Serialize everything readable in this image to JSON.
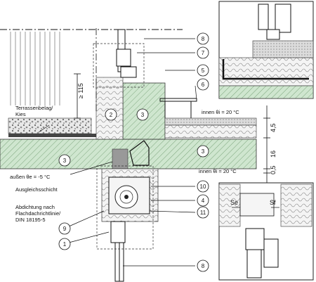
{
  "labels": {
    "terrace_covering": "Terrassenbelag/",
    "gravel": "Kies",
    "outside_temp": "außen  θe =  -5 °C",
    "inside_temp_top": "innen   θi = 20 °C",
    "inside_temp_bottom": "innen   θi = 20 °C",
    "compensation_layer": "Ausgleichsschicht",
    "sealing_line1": "Abdichtung nach",
    "sealing_line2": "Flachdachrichtlinie/",
    "sealing_line3": "DIN 18195-5",
    "se_label": "Se",
    "sf_label": "Sf"
  },
  "dimensions": {
    "d115": "≥ 115",
    "d45": "4,5",
    "d16": "16",
    "d05": "0,5"
  },
  "callouts": {
    "c1": "1",
    "c2": "2",
    "c3a": "3",
    "c3b": "3",
    "c3c": "3",
    "c4": "4",
    "c5": "5",
    "c6": "6",
    "c7": "7",
    "c8a": "8",
    "c8b": "8",
    "c9": "9",
    "c10": "10",
    "c11": "11"
  }
}
